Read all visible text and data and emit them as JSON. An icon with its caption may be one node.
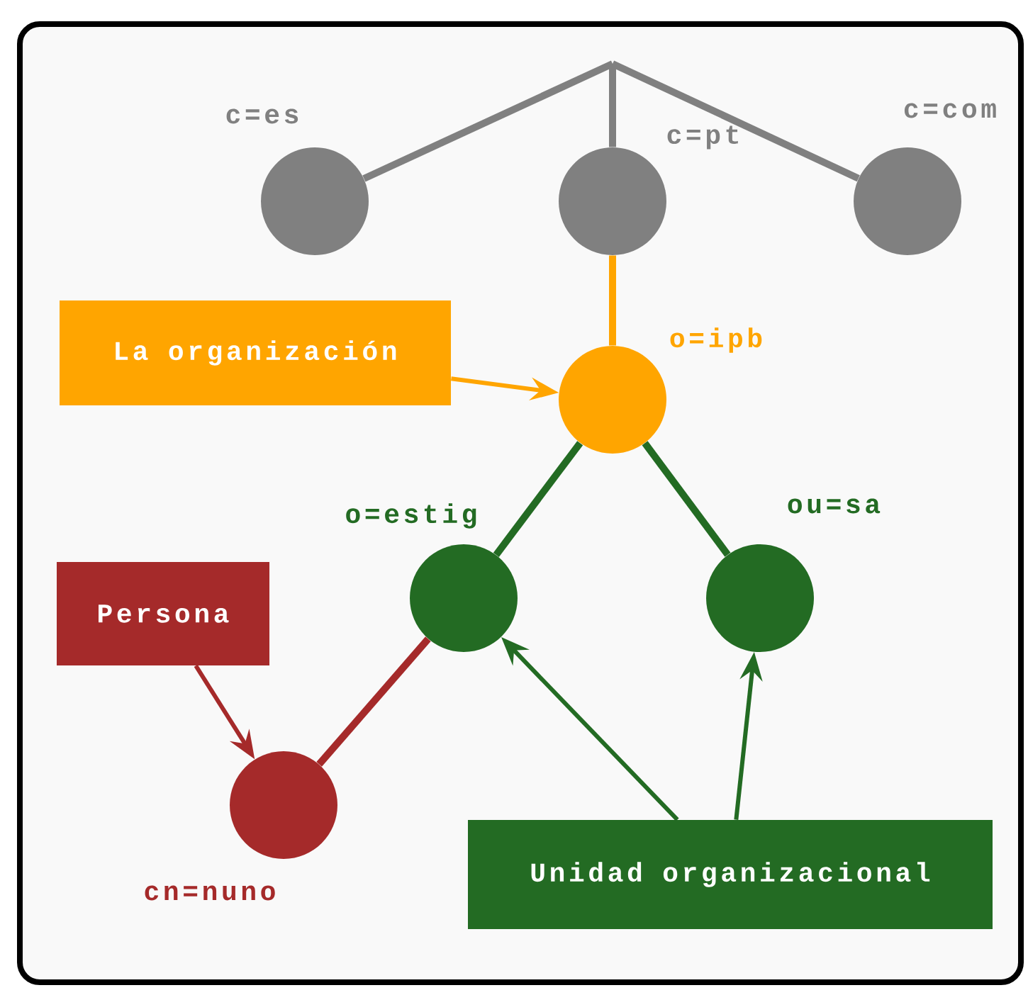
{
  "diagram": {
    "nodes": [
      {
        "text": [],
        "shape": "circle",
        "beside": [
          "c=es"
        ]
      },
      {
        "text": [],
        "shape": "circle",
        "beside": [
          "c=pt"
        ]
      },
      {
        "text": [],
        "shape": "circle",
        "beside": [
          "c=com"
        ]
      },
      {
        "text": [],
        "shape": "circle",
        "beside": [
          "o=ipb"
        ]
      },
      {
        "text": [
          "La organización"
        ]
      },
      {
        "text": [],
        "shape": "circle",
        "beside": [
          "o=estig"
        ]
      },
      {
        "text": [],
        "shape": "circle",
        "beside": [
          "ou=sa"
        ]
      },
      {
        "text": [
          "Persona"
        ]
      },
      {
        "text": [],
        "shape": "circle",
        "beside": [
          "cn=nuno"
        ]
      },
      {
        "text": [
          "Unidad organizacional"
        ]
      }
    ],
    "edges": [
      {
        "from": null,
        "to": 0,
        "arrow": "none",
        "color": "#808080"
      },
      {
        "from": null,
        "to": 1,
        "arrow": "none",
        "color": "#808080"
      },
      {
        "from": null,
        "to": 2,
        "arrow": "none",
        "color": "#808080"
      },
      {
        "from": 1,
        "to": 3,
        "arrow": "none",
        "color": "#ffa500"
      },
      {
        "from": 4,
        "to": 3,
        "arrow": "to",
        "color": "#ffa500"
      },
      {
        "from": 3,
        "to": 5,
        "arrow": "none",
        "color": "#236b23"
      },
      {
        "from": 3,
        "to": 6,
        "arrow": "none",
        "color": "#236b23"
      },
      {
        "from": 5,
        "to": 8,
        "arrow": "none",
        "color": "#a52a2a"
      },
      {
        "from": 7,
        "to": 8,
        "arrow": "to",
        "color": "#a52a2a"
      },
      {
        "from": 9,
        "to": 5,
        "arrow": "to",
        "color": "#236b23"
      },
      {
        "from": 9,
        "to": 6,
        "arrow": "to",
        "color": "#236b23"
      }
    ]
  }
}
